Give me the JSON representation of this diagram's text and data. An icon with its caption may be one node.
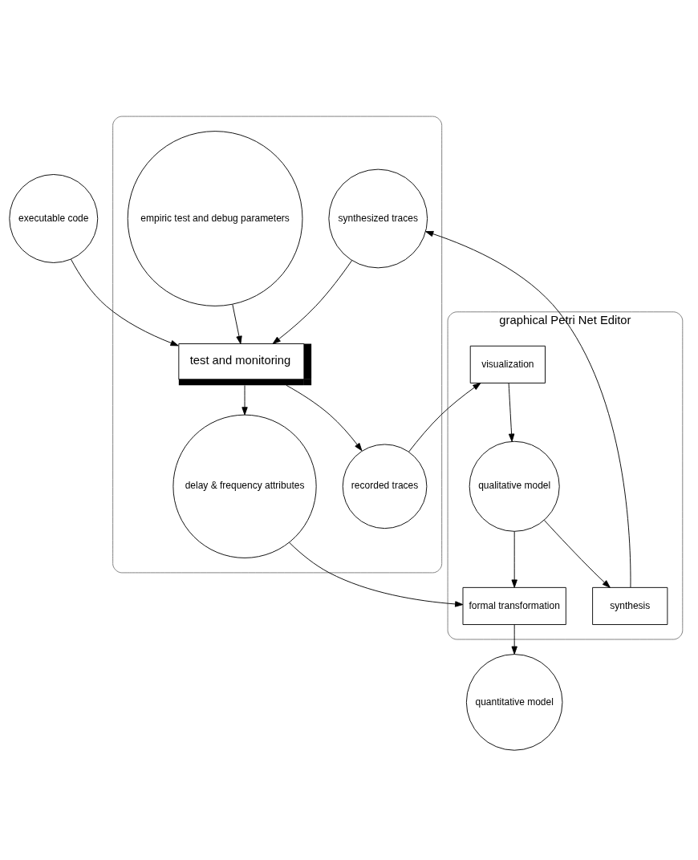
{
  "diagram": {
    "nodes": [
      {
        "text": [
          "executable code"
        ]
      },
      {
        "text": [
          "graphical Petri Net Editor"
        ]
      },
      {
        "text": [
          "visualization"
        ],
        "in": 1
      },
      {
        "text": [
          "qualitative model"
        ],
        "in": 1
      },
      {
        "text": [
          "synthesis"
        ],
        "in": 1
      },
      {
        "text": [
          "formal transformation"
        ],
        "in": 1
      },
      {
        "text": [],
        "shape": "box"
      },
      {
        "text": [
          "empiric test and debug parameters"
        ],
        "in": 6
      },
      {
        "text": [
          "recorded traces"
        ],
        "in": 6
      },
      {
        "text": [
          "test and monitoring"
        ],
        "in": 6
      },
      {
        "text": [
          "synthesized traces"
        ],
        "in": 6
      },
      {
        "text": [
          "delay & frequency attributes"
        ],
        "in": 6
      },
      {
        "text": [
          "quantitative model"
        ]
      }
    ],
    "edges": [
      {
        "from": 0,
        "to": 9,
        "arrow": "to"
      },
      {
        "from": 7,
        "to": 9,
        "arrow": "to"
      },
      {
        "from": 9,
        "to": 8,
        "arrow": "to"
      },
      {
        "from": 8,
        "to": 2,
        "arrow": "to"
      },
      {
        "from": 2,
        "to": 3,
        "arrow": "to"
      },
      {
        "from": 3,
        "to": 4,
        "arrow": "to"
      },
      {
        "from": 4,
        "to": 10,
        "arrow": "to"
      },
      {
        "from": 10,
        "to": 9,
        "arrow": "to"
      },
      {
        "from": 9,
        "to": 11,
        "arrow": "to"
      },
      {
        "from": 11,
        "to": 5,
        "arrow": "to"
      },
      {
        "from": 3,
        "to": 5,
        "arrow": "to"
      },
      {
        "from": 5,
        "to": 12,
        "arrow": "to"
      }
    ]
  }
}
